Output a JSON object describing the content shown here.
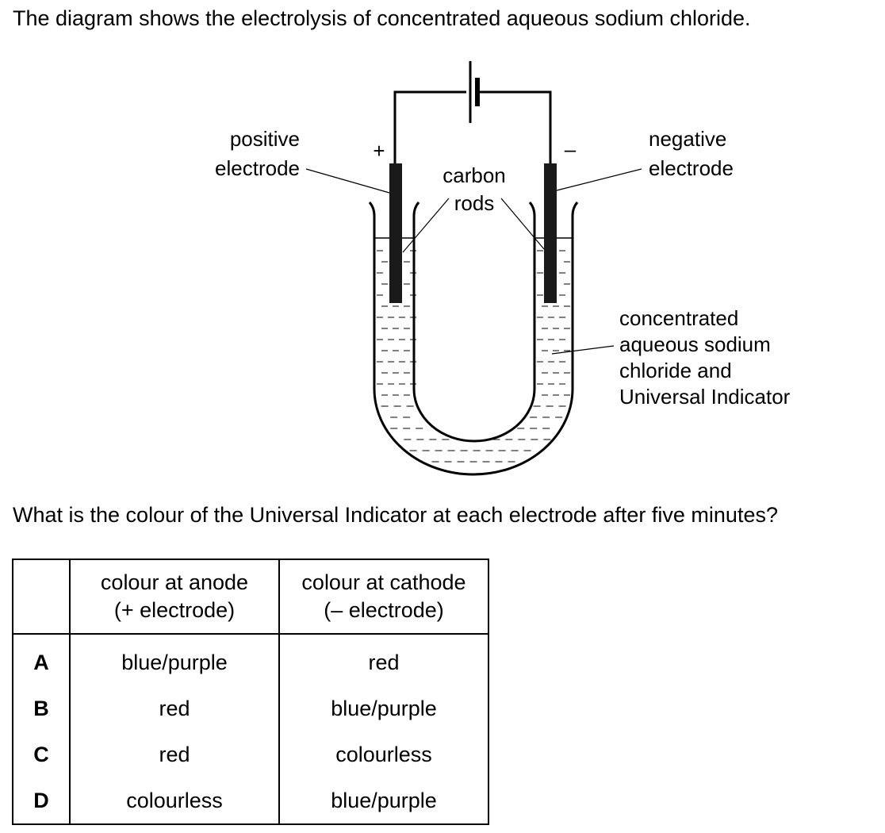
{
  "intro_text": "The diagram shows the electrolysis of concentrated aqueous sodium chloride.",
  "diagram": {
    "label_positive_line1": "positive",
    "label_positive_line2": "electrode",
    "label_negative_line1": "negative",
    "label_negative_line2": "electrode",
    "label_carbon_line1": "carbon",
    "label_carbon_line2": "rods",
    "label_solution_line1": "concentrated",
    "label_solution_line2": "aqueous sodium",
    "label_solution_line3": "chloride and",
    "label_solution_line4": "Universal Indicator",
    "plus_sign": "+",
    "minus_sign": "–"
  },
  "question_text": "What is the colour of the Universal Indicator at each electrode after five minutes?",
  "table": {
    "header_anode_line1": "colour at anode",
    "header_anode_line2": "(+ electrode)",
    "header_cathode_line1": "colour at cathode",
    "header_cathode_line2": "(– electrode)",
    "rows": [
      {
        "option": "A",
        "anode": "blue/purple",
        "cathode": "red"
      },
      {
        "option": "B",
        "anode": "red",
        "cathode": "blue/purple"
      },
      {
        "option": "C",
        "anode": "red",
        "cathode": "colourless"
      },
      {
        "option": "D",
        "anode": "colourless",
        "cathode": "blue/purple"
      }
    ]
  }
}
